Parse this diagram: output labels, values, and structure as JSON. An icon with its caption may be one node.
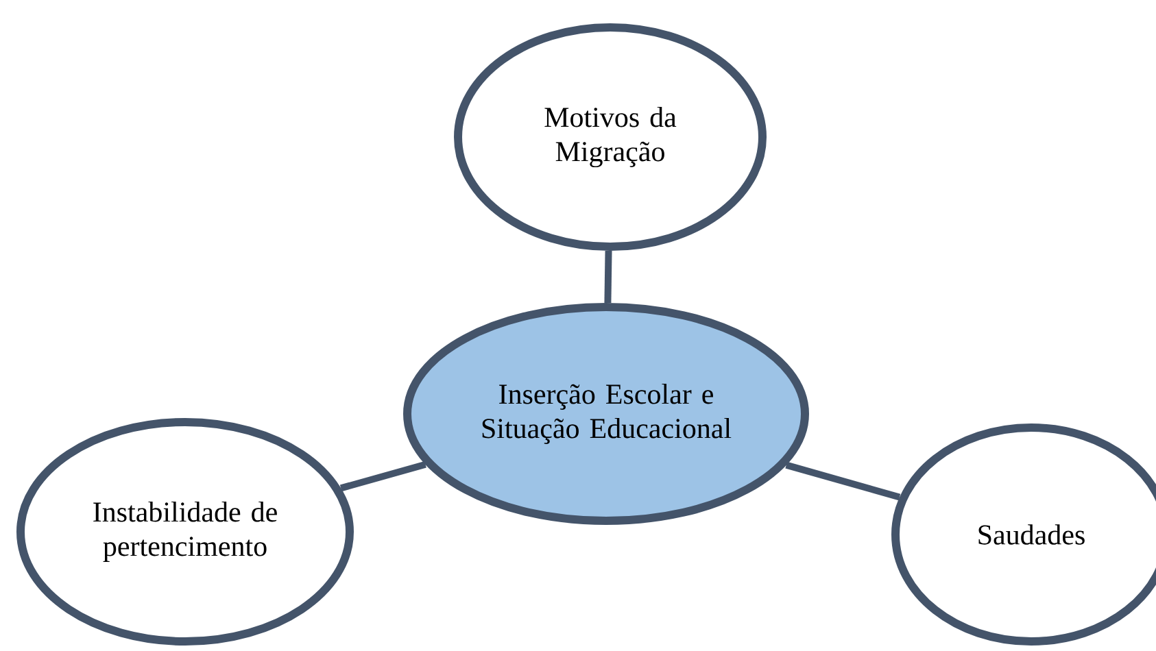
{
  "diagram": {
    "nodes": [
      {
        "text": [
          "Motivos da Migração"
        ]
      },
      {
        "text": [
          "Inserção Escolar e Situação Educacional"
        ]
      },
      {
        "text": [
          "Instabilidade de pertencimento"
        ]
      },
      {
        "text": [
          "Saudades"
        ]
      }
    ],
    "edges": [
      {
        "from": 1,
        "to": 0,
        "arrow": "none"
      },
      {
        "from": 1,
        "to": 2,
        "arrow": "none"
      },
      {
        "from": 1,
        "to": 3,
        "arrow": "none"
      }
    ]
  }
}
